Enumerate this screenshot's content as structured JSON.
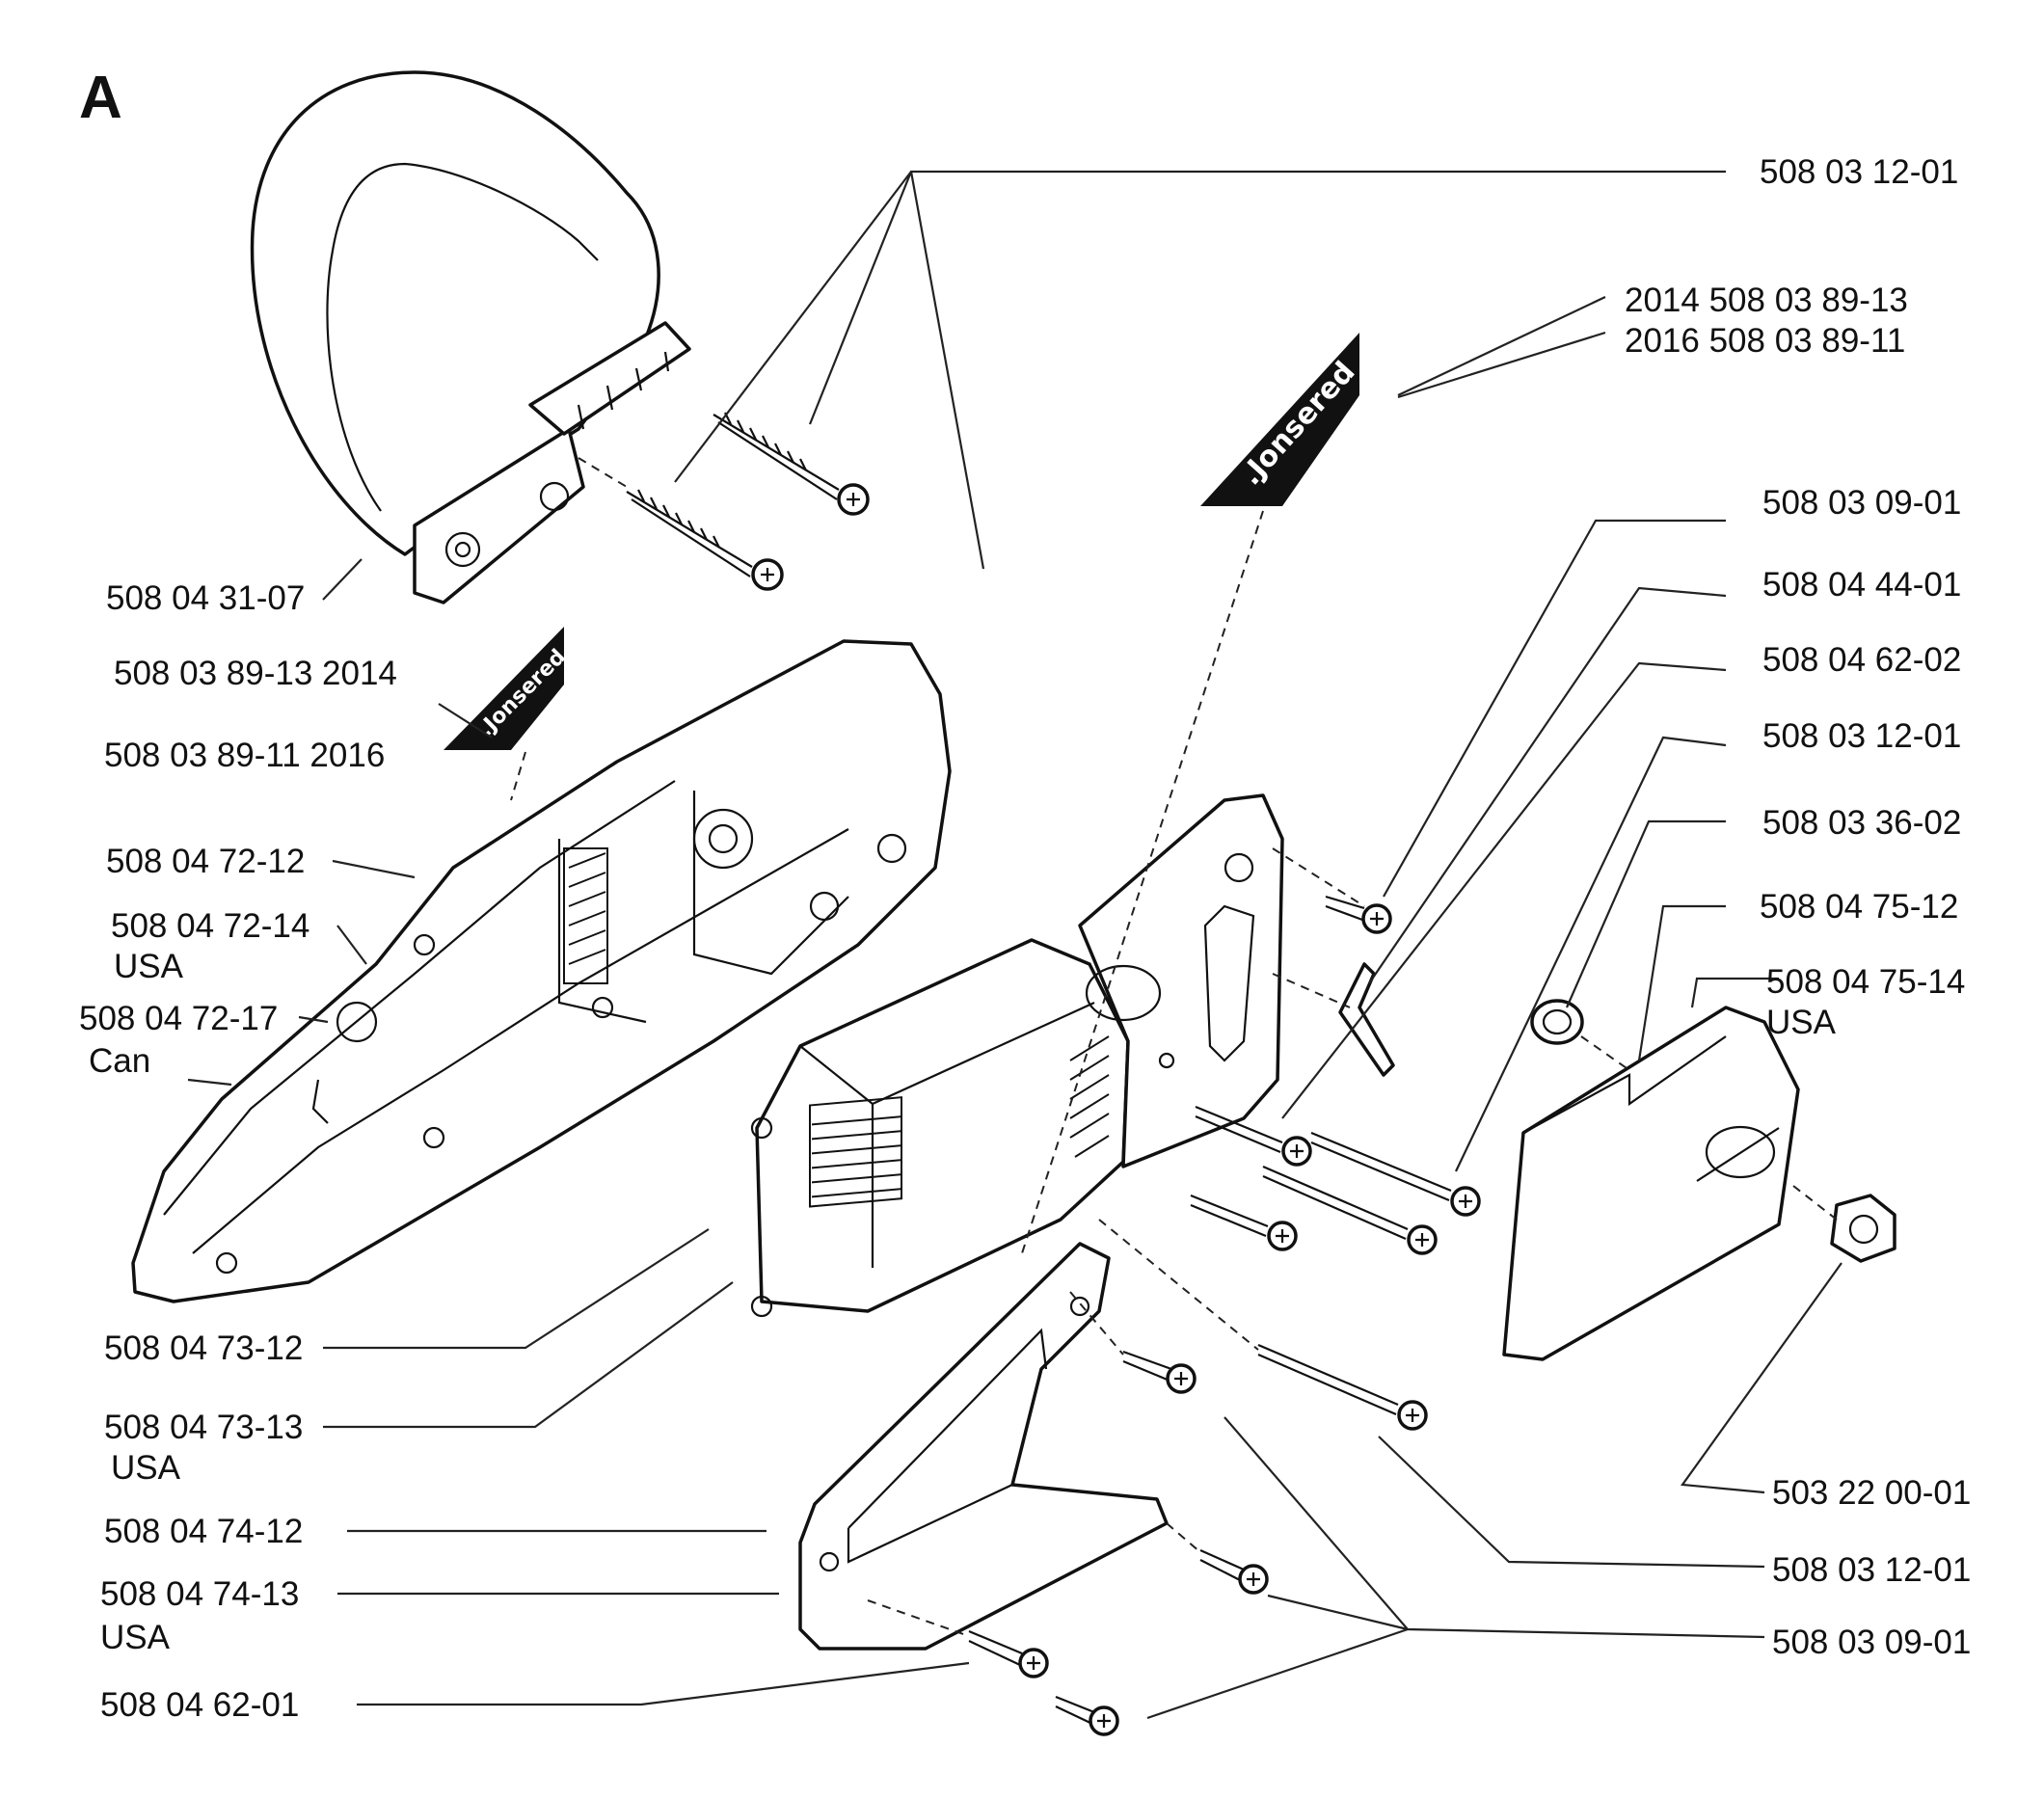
{
  "diagram_label": "A",
  "brand_decal": ".Jonsered",
  "parts": [
    {
      "id": "p1",
      "label": "508 03 12-01"
    },
    {
      "id": "p2a",
      "label": "2014  508 03 89-13"
    },
    {
      "id": "p2b",
      "label": "2016  508 03 89-11"
    },
    {
      "id": "p3",
      "label": "508 03 09-01"
    },
    {
      "id": "p4",
      "label": "508 04 44-01"
    },
    {
      "id": "p5",
      "label": "508 04 62-02"
    },
    {
      "id": "p6",
      "label": "508 03 12-01"
    },
    {
      "id": "p7",
      "label": "508 03 36-02"
    },
    {
      "id": "p8",
      "label": "508 04 75-12"
    },
    {
      "id": "p9",
      "label": "508 04 75-14"
    },
    {
      "id": "p9b",
      "label": "USA"
    },
    {
      "id": "p10",
      "label": "503 22 00-01"
    },
    {
      "id": "p11",
      "label": "508 03 12-01"
    },
    {
      "id": "p12",
      "label": "508 03 09-01"
    },
    {
      "id": "p13",
      "label": "508 04 31-07"
    },
    {
      "id": "p14",
      "label": "508 03 89-13  2014"
    },
    {
      "id": "p15",
      "label": "508 03 89-11  2016"
    },
    {
      "id": "p16",
      "label": "508 04 72-12"
    },
    {
      "id": "p17",
      "label": "508 04 72-14"
    },
    {
      "id": "p17b",
      "label": "USA"
    },
    {
      "id": "p18",
      "label": "508 04 72-17"
    },
    {
      "id": "p18b",
      "label": "Can"
    },
    {
      "id": "p19",
      "label": "508 04 73-12"
    },
    {
      "id": "p20",
      "label": "508 04 73-13"
    },
    {
      "id": "p20b",
      "label": "USA"
    },
    {
      "id": "p21",
      "label": "508 04 74-12"
    },
    {
      "id": "p22",
      "label": "508 04 74-13"
    },
    {
      "id": "p22b",
      "label": "USA"
    },
    {
      "id": "p23",
      "label": "508 04 62-01"
    }
  ]
}
